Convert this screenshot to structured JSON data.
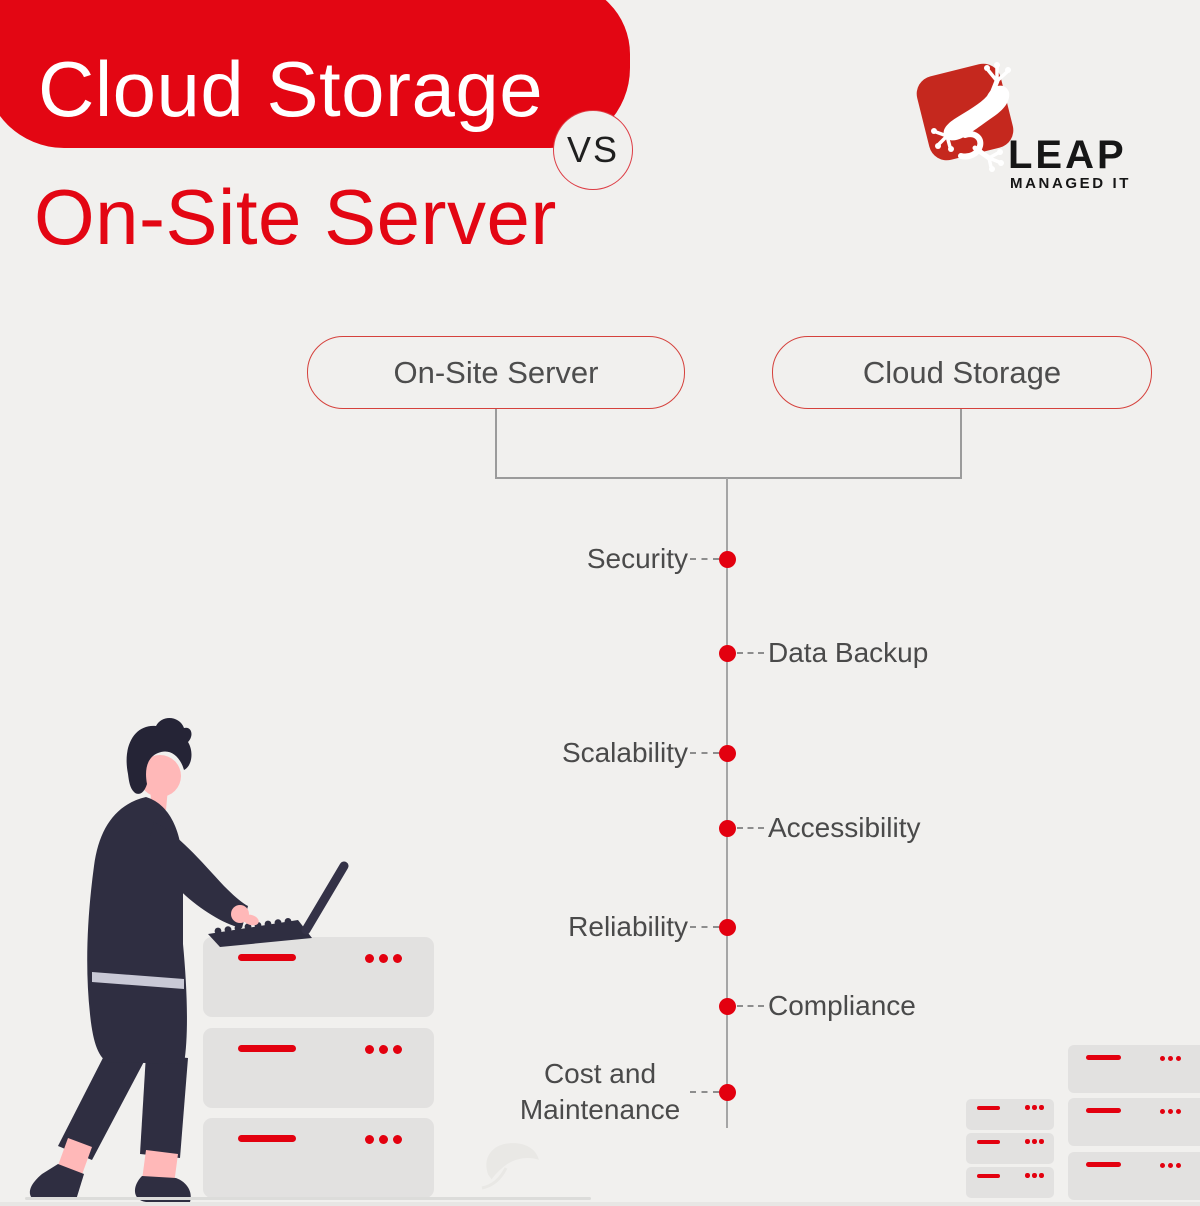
{
  "page": {
    "background": "#f1f0ee"
  },
  "header": {
    "title_line1": "Cloud Storage",
    "vs_badge": "VS",
    "title_line2": "On-Site Server"
  },
  "logo": {
    "brand": "LEAP",
    "tagline": "MANAGED IT",
    "icon": "frog-icon",
    "color": "#c5281e"
  },
  "comparison": {
    "left_option": {
      "label": "On-Site Server"
    },
    "right_option": {
      "label": "Cloud Storage"
    },
    "criteria": [
      {
        "label": "Security",
        "side": "left"
      },
      {
        "label": "Data Backup",
        "side": "right"
      },
      {
        "label": "Scalability",
        "side": "left"
      },
      {
        "label": "Accessibility",
        "side": "right"
      },
      {
        "label": "Reliability",
        "side": "left"
      },
      {
        "label": "Compliance",
        "side": "right"
      },
      {
        "label": "Cost and Maintenance",
        "side": "left"
      }
    ]
  },
  "colors": {
    "accent_red": "#e30613",
    "logo_red": "#c5281e",
    "dot_red": "#e3000f",
    "label_gray": "#4a4a4a",
    "line_gray": "#9b9b9b",
    "suit_dark": "#2f2e41",
    "skin": "#ffb8b8",
    "rack_gray": "#e2e1e0"
  },
  "decorations": {
    "icons": [
      "frog-icon",
      "leaf-icon",
      "person-at-laptop-illustration",
      "server-rack"
    ]
  }
}
